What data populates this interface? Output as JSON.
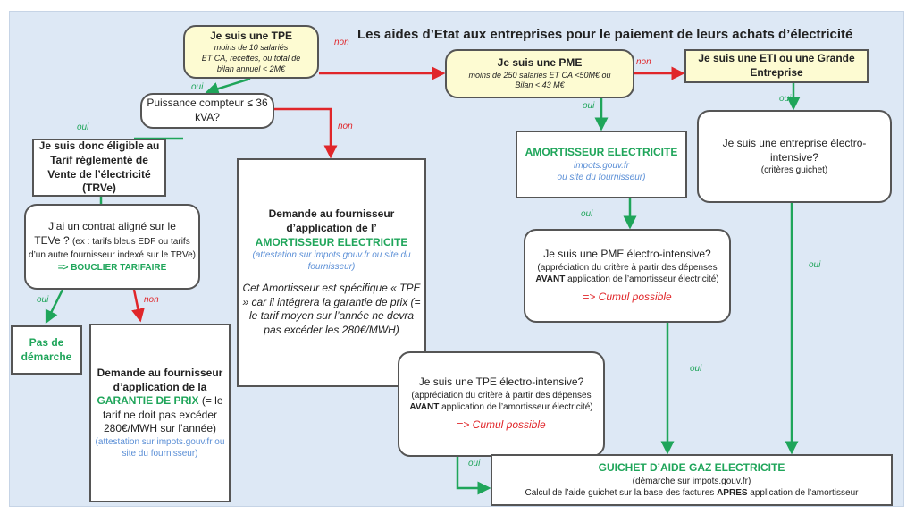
{
  "title": "Les aides d’Etat aux entreprises pour le paiement de leurs achats d’électricité",
  "labels": {
    "oui": "oui",
    "non": "non"
  },
  "colors": {
    "green": "#1fa55a",
    "red": "#e0262a",
    "panel": "#dde8f5",
    "yellow": "#fdfbd2"
  },
  "tpe": {
    "title": "Je suis une TPE",
    "l1": "moins  de 10 salariés",
    "l2": "ET CA, recettes, ou total de",
    "l3": "bilan annuel < 2M€"
  },
  "pme": {
    "title": "Je suis une  PME",
    "l1": "moins de 250 salariés ET CA <50M€ ou",
    "l2": "Bilan < 43 M€"
  },
  "eti": {
    "text": "Je suis une ETI ou une Grande Entreprise"
  },
  "puissance": {
    "text": "Puissance compteur ≤ 36 kVA?"
  },
  "trve": {
    "text": "Je suis donc éligible au Tarif réglementé de Vente de l’électricité (TRVe)"
  },
  "contrat": {
    "l1": "J’ai un contrat aligné sur le",
    "l2": "TEVe ?",
    "l3": "(ex : tarifs bleus EDF ou tarifs d’un autre fournisseur indexé sur le TRVe)",
    "l4": "=> BOUCLIER TARIFAIRE"
  },
  "pas_demarche": {
    "text": "Pas de démarche"
  },
  "garantie": {
    "l1": "Demande au fournisseur d’application de la",
    "l2": "GARANTIE DE PRIX",
    "l3": "(= le tarif ne doit pas excéder 280€/MWH sur l’année)",
    "l4": "(attestation sur impots.gouv.fr ou site du fournisseur)"
  },
  "demande_amort": {
    "l1": "Demande au fournisseur d’application de l’",
    "l2": "AMORTISSEUR ELECTRICITE",
    "l3": "(attestation sur impots.gouv.fr ou site du fournisseur)",
    "l4": "Cet Amortisseur  est spécifique « TPE » car il intégrera la garantie de prix (= le tarif moyen sur l’année ne devra pas excéder les 280€/MWH)"
  },
  "amort_pme": {
    "l1": "AMORTISSEUR ELECTRICITE",
    "l2": "impots.gouv.fr",
    "l3": "ou site du fournisseur)"
  },
  "electro": {
    "l1": "Je suis une entreprise électro-intensive?",
    "l2": "(critères guichet)"
  },
  "pme_electro": {
    "l1": "Je suis une PME  électro-intensive?",
    "l2a": "(appréciation du critère à partir des dépenses ",
    "l2b": "AVANT",
    "l2c": " application de l’amortisseur électricité)",
    "l3": "=> Cumul possible"
  },
  "tpe_electro": {
    "l1": "Je suis une  TPE  électro-intensive?",
    "l2a": "(appréciation du critère à partir des dépenses ",
    "l2b": "AVANT",
    "l2c": " application de l’amortisseur électricité)",
    "l3": "=> Cumul possible"
  },
  "guichet": {
    "l1": "GUICHET D’AIDE GAZ ELECTRICITE",
    "l2": "(démarche sur impots.gouv.fr)",
    "l3a": "Calcul de l’aide guichet sur la base des factures ",
    "l3b": "APRES",
    "l3c": " application de l’amortisseur"
  }
}
